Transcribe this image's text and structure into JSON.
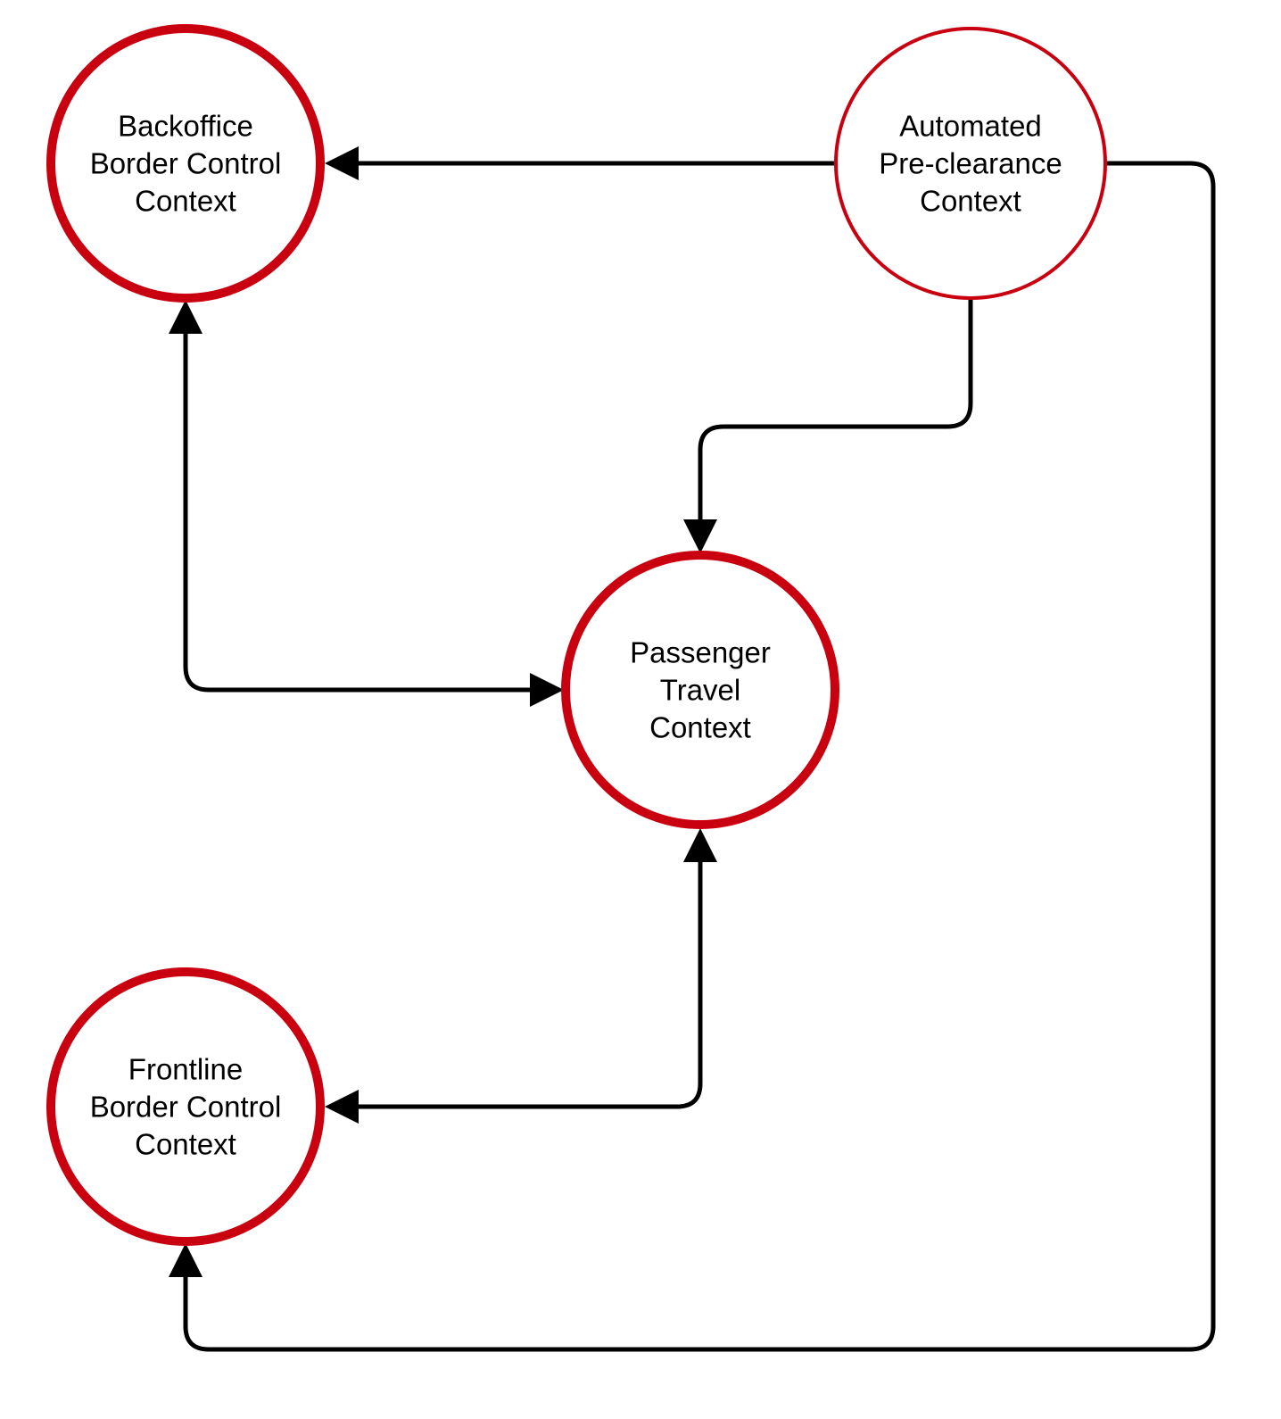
{
  "diagram": {
    "type": "context-map",
    "colors": {
      "node_stroke": "#c8000f",
      "node_fill": "#ffffff",
      "edge": "#000000",
      "text": "#000000",
      "background": "#ffffff"
    },
    "nodes": [
      {
        "id": "backoffice",
        "label_lines": [
          "Backoffice",
          "Border Control",
          "Context"
        ],
        "emphasis": "thick"
      },
      {
        "id": "automated",
        "label_lines": [
          "Automated",
          "Pre-clearance",
          "Context"
        ],
        "emphasis": "thin"
      },
      {
        "id": "passenger",
        "label_lines": [
          "Passenger",
          "Travel",
          "Context"
        ],
        "emphasis": "thick"
      },
      {
        "id": "frontline",
        "label_lines": [
          "Frontline",
          "Border Control",
          "Context"
        ],
        "emphasis": "thick"
      }
    ],
    "edges": [
      {
        "id": "automated-to-backoffice",
        "from": "automated",
        "to": "backoffice",
        "arrow_end": true,
        "arrow_start": false
      },
      {
        "id": "automated-to-passenger",
        "from": "automated",
        "to": "passenger",
        "arrow_end": true,
        "arrow_start": false
      },
      {
        "id": "backoffice-passenger",
        "from": "backoffice",
        "to": "passenger",
        "arrow_end": true,
        "arrow_start": true
      },
      {
        "id": "passenger-frontline",
        "from": "passenger",
        "to": "frontline",
        "arrow_end": true,
        "arrow_start": true
      },
      {
        "id": "automated-to-frontline",
        "from": "automated",
        "to": "frontline",
        "arrow_end": true,
        "arrow_start": false
      }
    ]
  }
}
